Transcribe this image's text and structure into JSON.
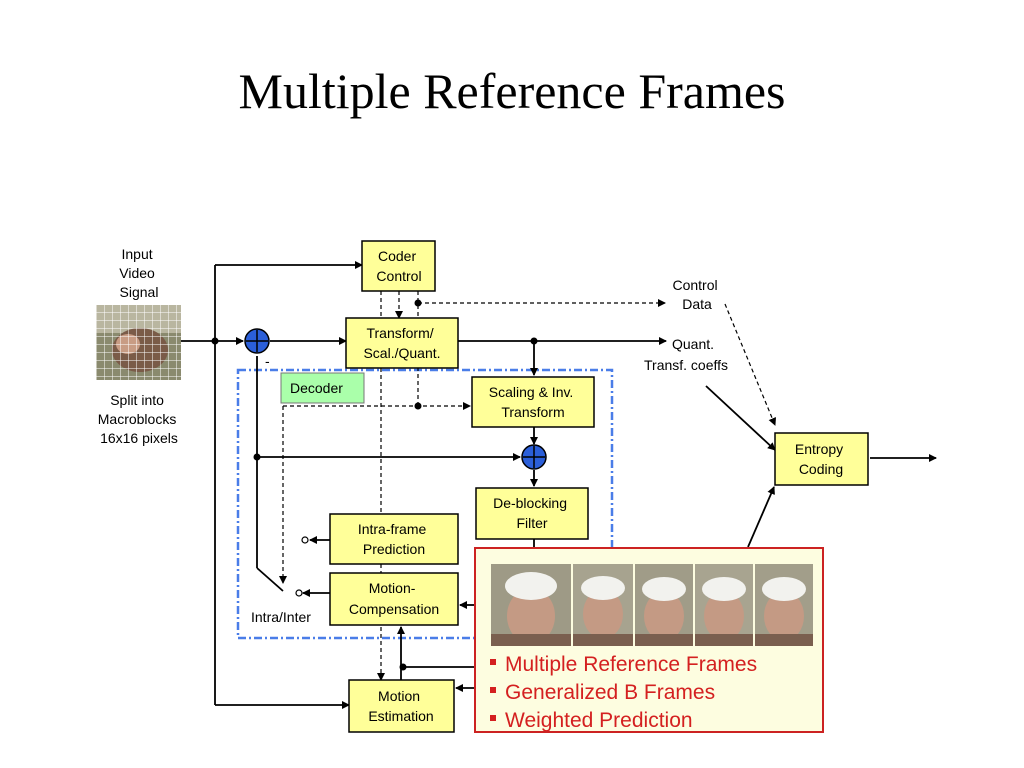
{
  "title": "Multiple Reference Frames",
  "diagram": {
    "input_label": [
      "Input",
      "Video",
      "Signal"
    ],
    "split_label": [
      "Split into",
      "Macroblocks",
      "16x16 pixels"
    ],
    "coder_control": [
      "Coder",
      "Control"
    ],
    "transform": [
      "Transform/",
      "Scal./Quant."
    ],
    "scaling_inv": [
      "Scaling & Inv.",
      "Transform"
    ],
    "deblocking": [
      "De-blocking",
      "Filter"
    ],
    "intra_pred": [
      "Intra-frame",
      "Prediction"
    ],
    "motion_comp": [
      "Motion-",
      "Compensation"
    ],
    "motion_est": [
      "Motion",
      "Estimation"
    ],
    "entropy": [
      "Entropy",
      "Coding"
    ],
    "decoder": "Decoder",
    "control_data": [
      "Control",
      "Data"
    ],
    "quant_coeffs": [
      "Quant.",
      "Transf. coeffs"
    ],
    "intra_inter": "Intra/Inter",
    "minus_sign": "-"
  },
  "callout": {
    "bullets": [
      "Multiple Reference Frames",
      "Generalized B Frames",
      "Weighted Prediction"
    ]
  },
  "colors": {
    "box_fill": "#ffff99",
    "decoder_fill": "#aaffaa",
    "adder_fill": "#2b5fd9",
    "decoder_border": "#4a7de8",
    "callout_border": "#cc2222",
    "bullet_text": "#d42020"
  }
}
